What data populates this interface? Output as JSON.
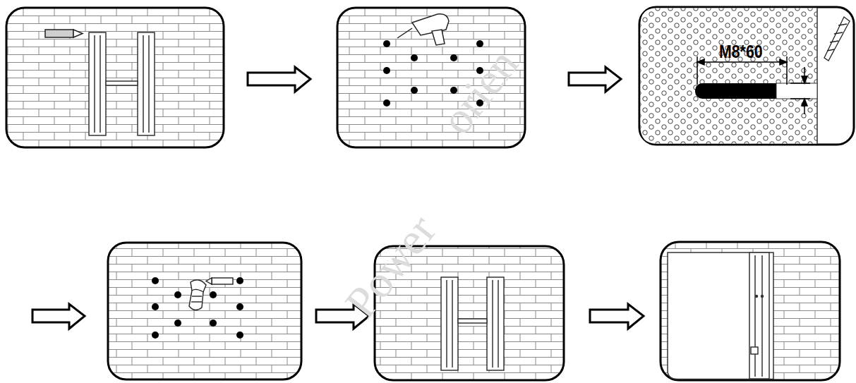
{
  "diagram": {
    "labels": [
      "M8*60",
      "orien",
      "Power"
    ]
  }
}
